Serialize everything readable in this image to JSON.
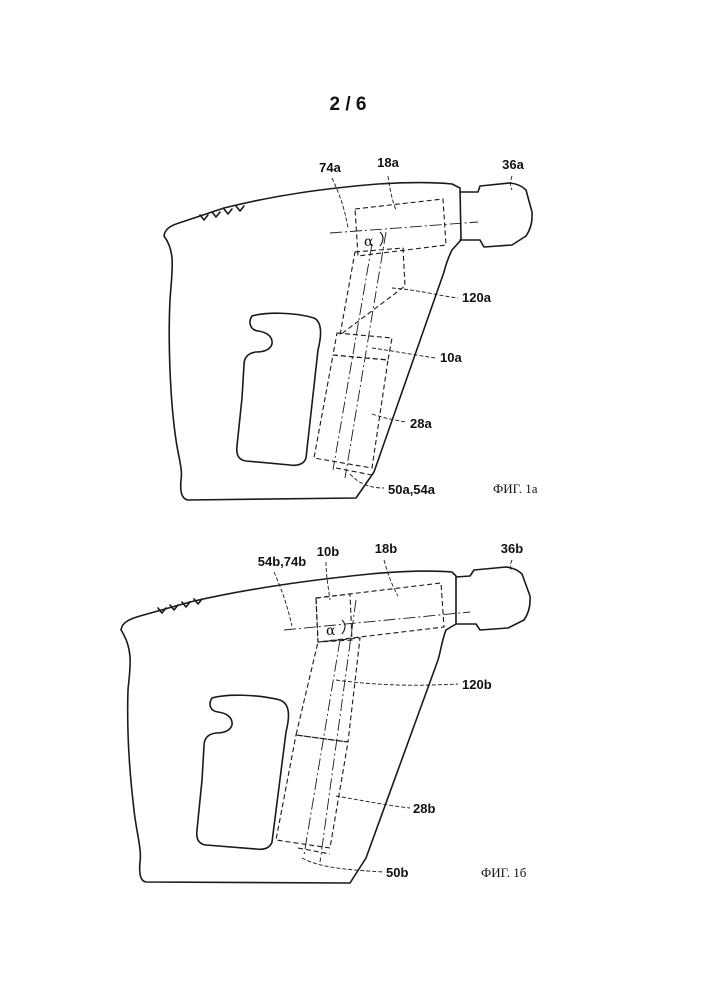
{
  "page": {
    "number": "2 / 6"
  },
  "figures": [
    {
      "caption": "ФИГ. 1а",
      "angle_symbol": "α",
      "labels": {
        "chuck": "36a",
        "module_top": "18a",
        "axis_top": "74a",
        "handle_column": "120a",
        "segment_mid": "10a",
        "segment_low": "28a",
        "bottom": "50a,54a"
      }
    },
    {
      "caption": "ФИГ. 1б",
      "angle_symbol": "α",
      "labels": {
        "chuck": "36b",
        "module_top": "18b",
        "segment_top": "10b",
        "axis_top": "54b,74b",
        "handle_column": "120b",
        "segment_low": "28b",
        "bottom": "50b"
      }
    }
  ]
}
